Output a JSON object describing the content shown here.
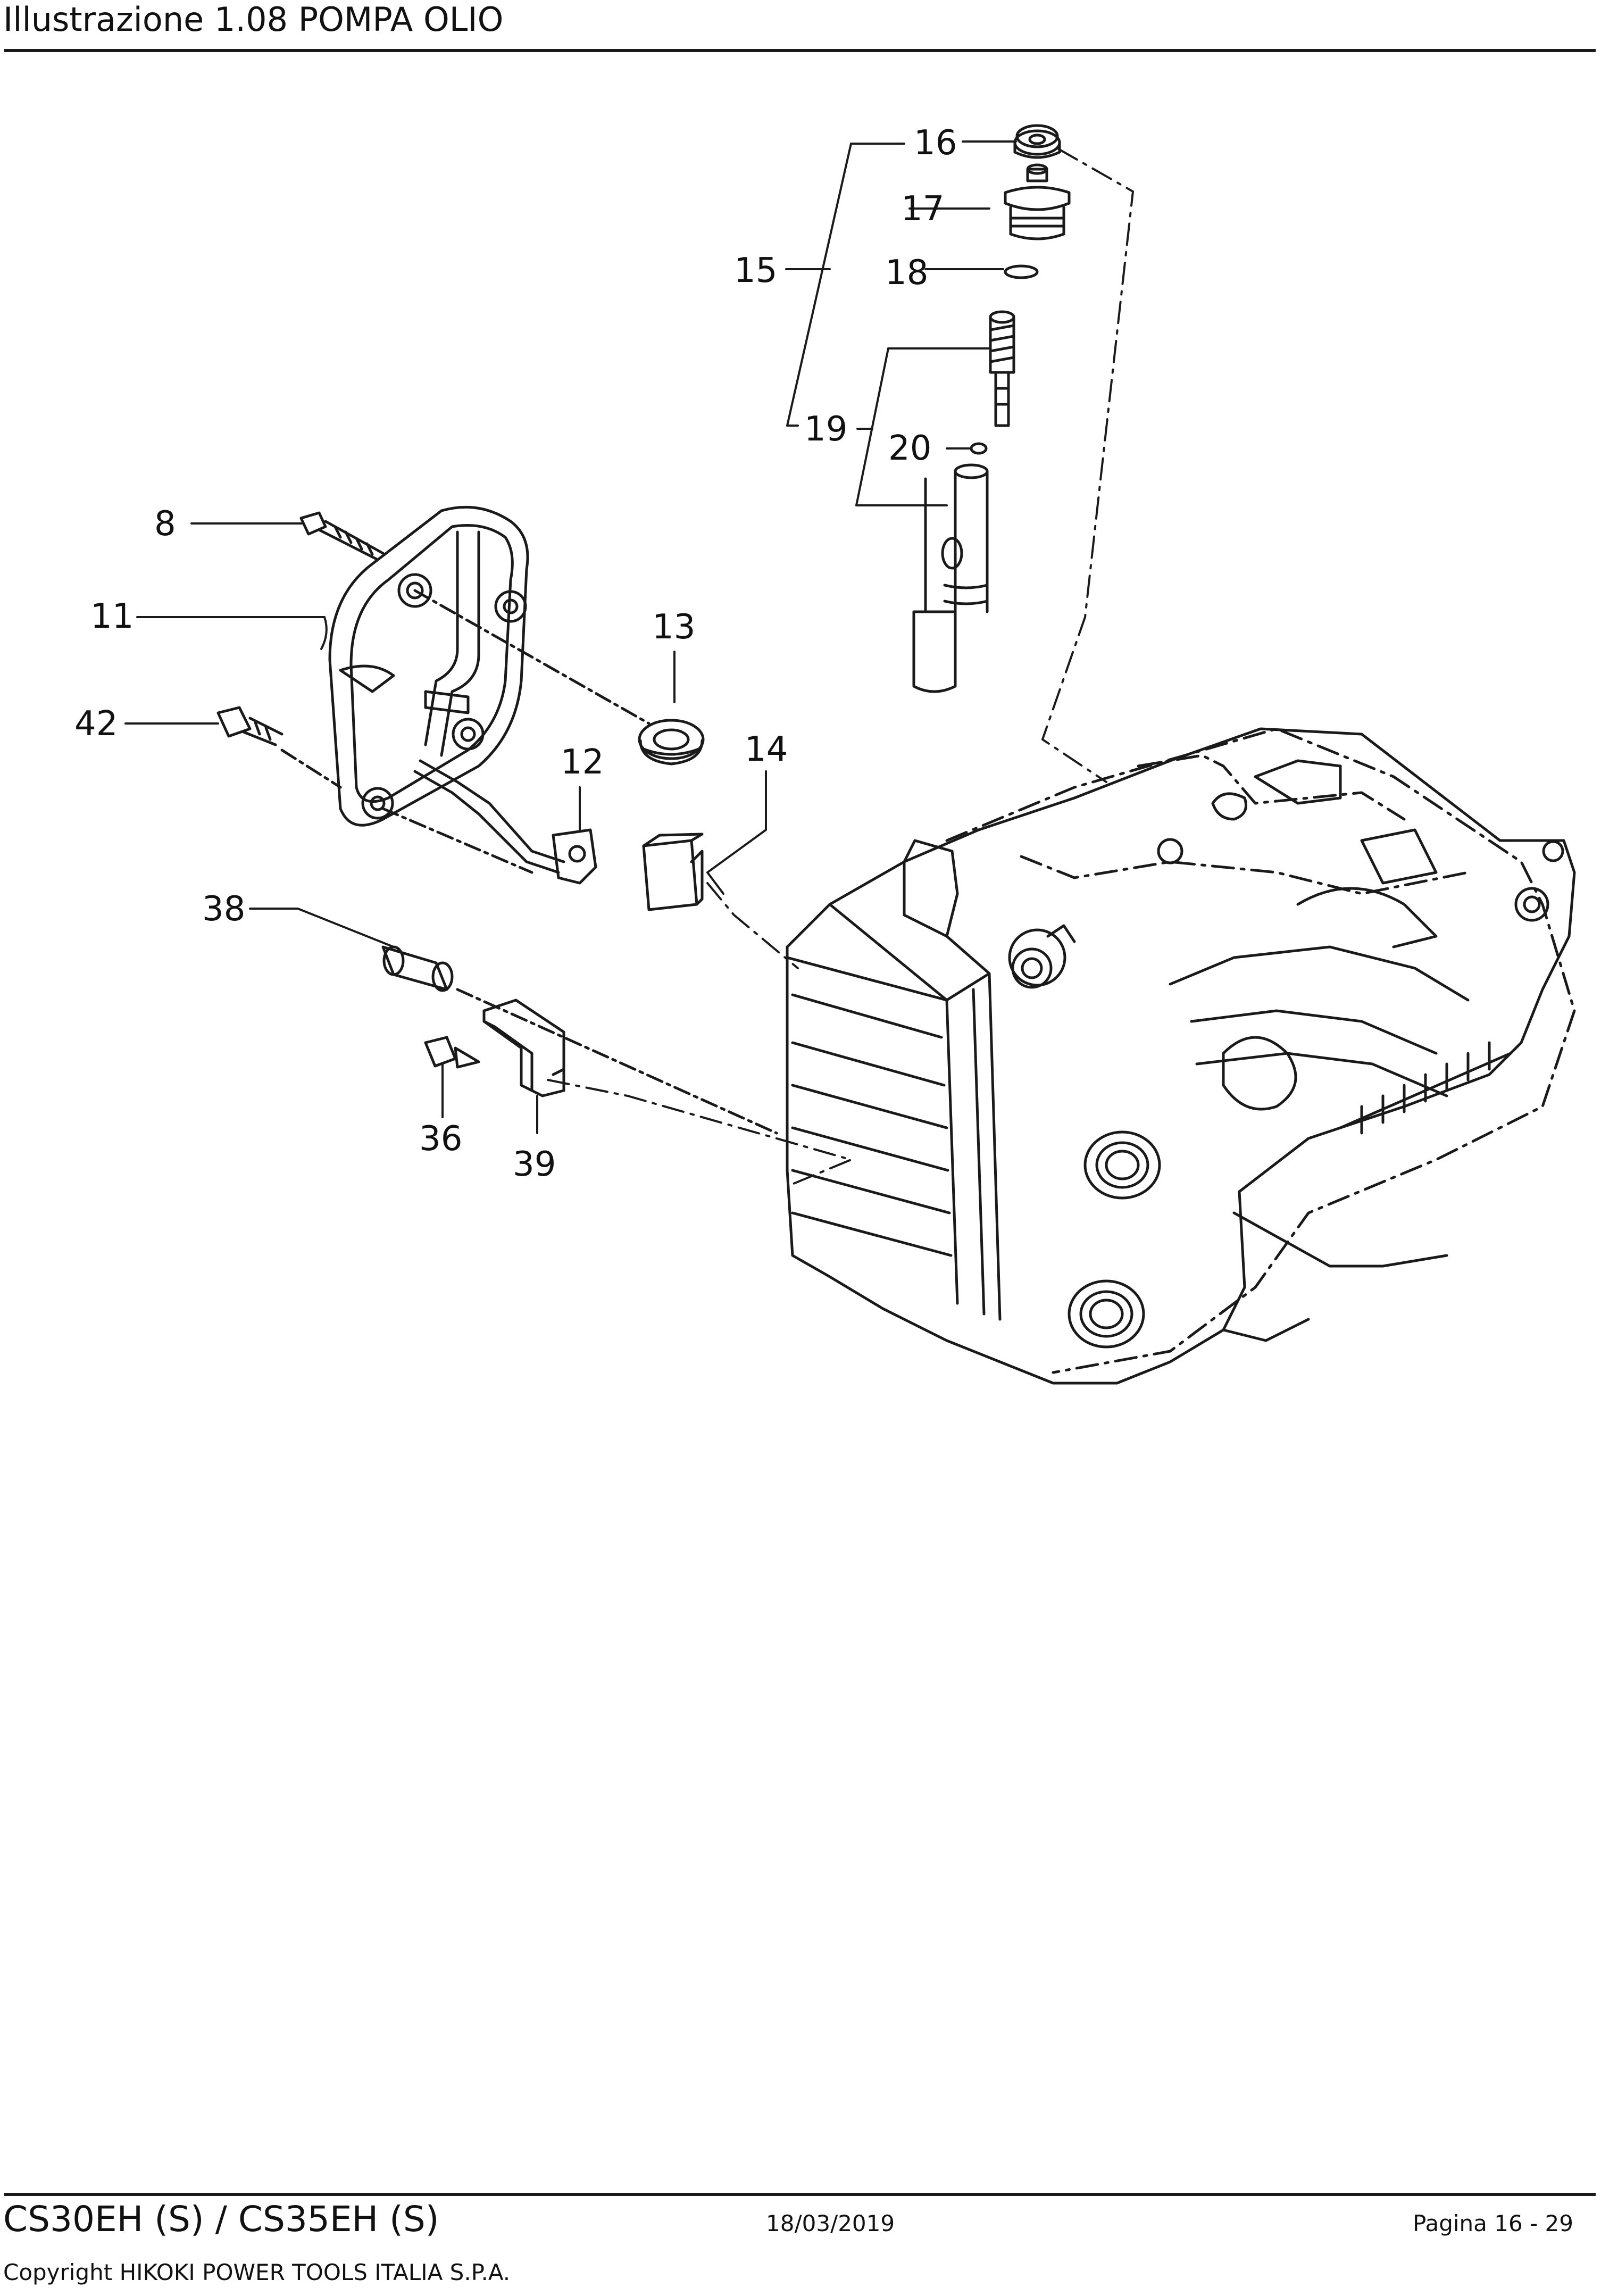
{
  "header": {
    "title": "Illustrazione  1.08 POMPA OLIO"
  },
  "diagram": {
    "callouts": [
      {
        "id": "c16",
        "label": "16"
      },
      {
        "id": "c17",
        "label": "17"
      },
      {
        "id": "c15",
        "label": "15"
      },
      {
        "id": "c18",
        "label": "18"
      },
      {
        "id": "c19",
        "label": "19"
      },
      {
        "id": "c20",
        "label": "20"
      },
      {
        "id": "c8",
        "label": "8"
      },
      {
        "id": "c11",
        "label": "11"
      },
      {
        "id": "c13",
        "label": "13"
      },
      {
        "id": "c42",
        "label": "42"
      },
      {
        "id": "c12",
        "label": "12"
      },
      {
        "id": "c14",
        "label": "14"
      },
      {
        "id": "c38",
        "label": "38"
      },
      {
        "id": "c36",
        "label": "36"
      },
      {
        "id": "c39",
        "label": "39"
      }
    ]
  },
  "footer": {
    "model": "CS30EH (S) / CS35EH (S)",
    "date": "18/03/2019",
    "page": "Pagina 16 - 29",
    "copyright": "Copyright HIKOKI POWER TOOLS ITALIA S.P.A."
  }
}
